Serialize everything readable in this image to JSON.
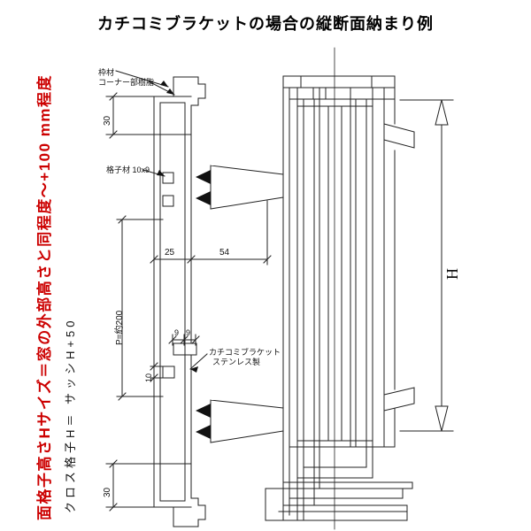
{
  "title": "カチコミブラケットの場合の縦断面納まり例",
  "notes": {
    "grille_height": "面格子高さHサイズ＝窓の外部高さと同程度〜+100 mm程度",
    "cross_grille": "クロス格子H＝ サッシH+50"
  },
  "labels": {
    "frame": "枠材",
    "corner_resin": "コーナー部樹脂",
    "lattice": "格子材 10x9",
    "bracket_name": "カチコミブラケット",
    "bracket_material": "ステンレス製"
  },
  "dims": {
    "top_30": "30",
    "bottom_30": "30",
    "pitch": "P=約200",
    "w25": "25",
    "w54": "54",
    "n9_left": "9",
    "n9_right": "9",
    "n10": "10",
    "height": "H"
  },
  "colors": {
    "line": "#222222",
    "accent_red": "#cc0000",
    "background": "#ffffff"
  }
}
